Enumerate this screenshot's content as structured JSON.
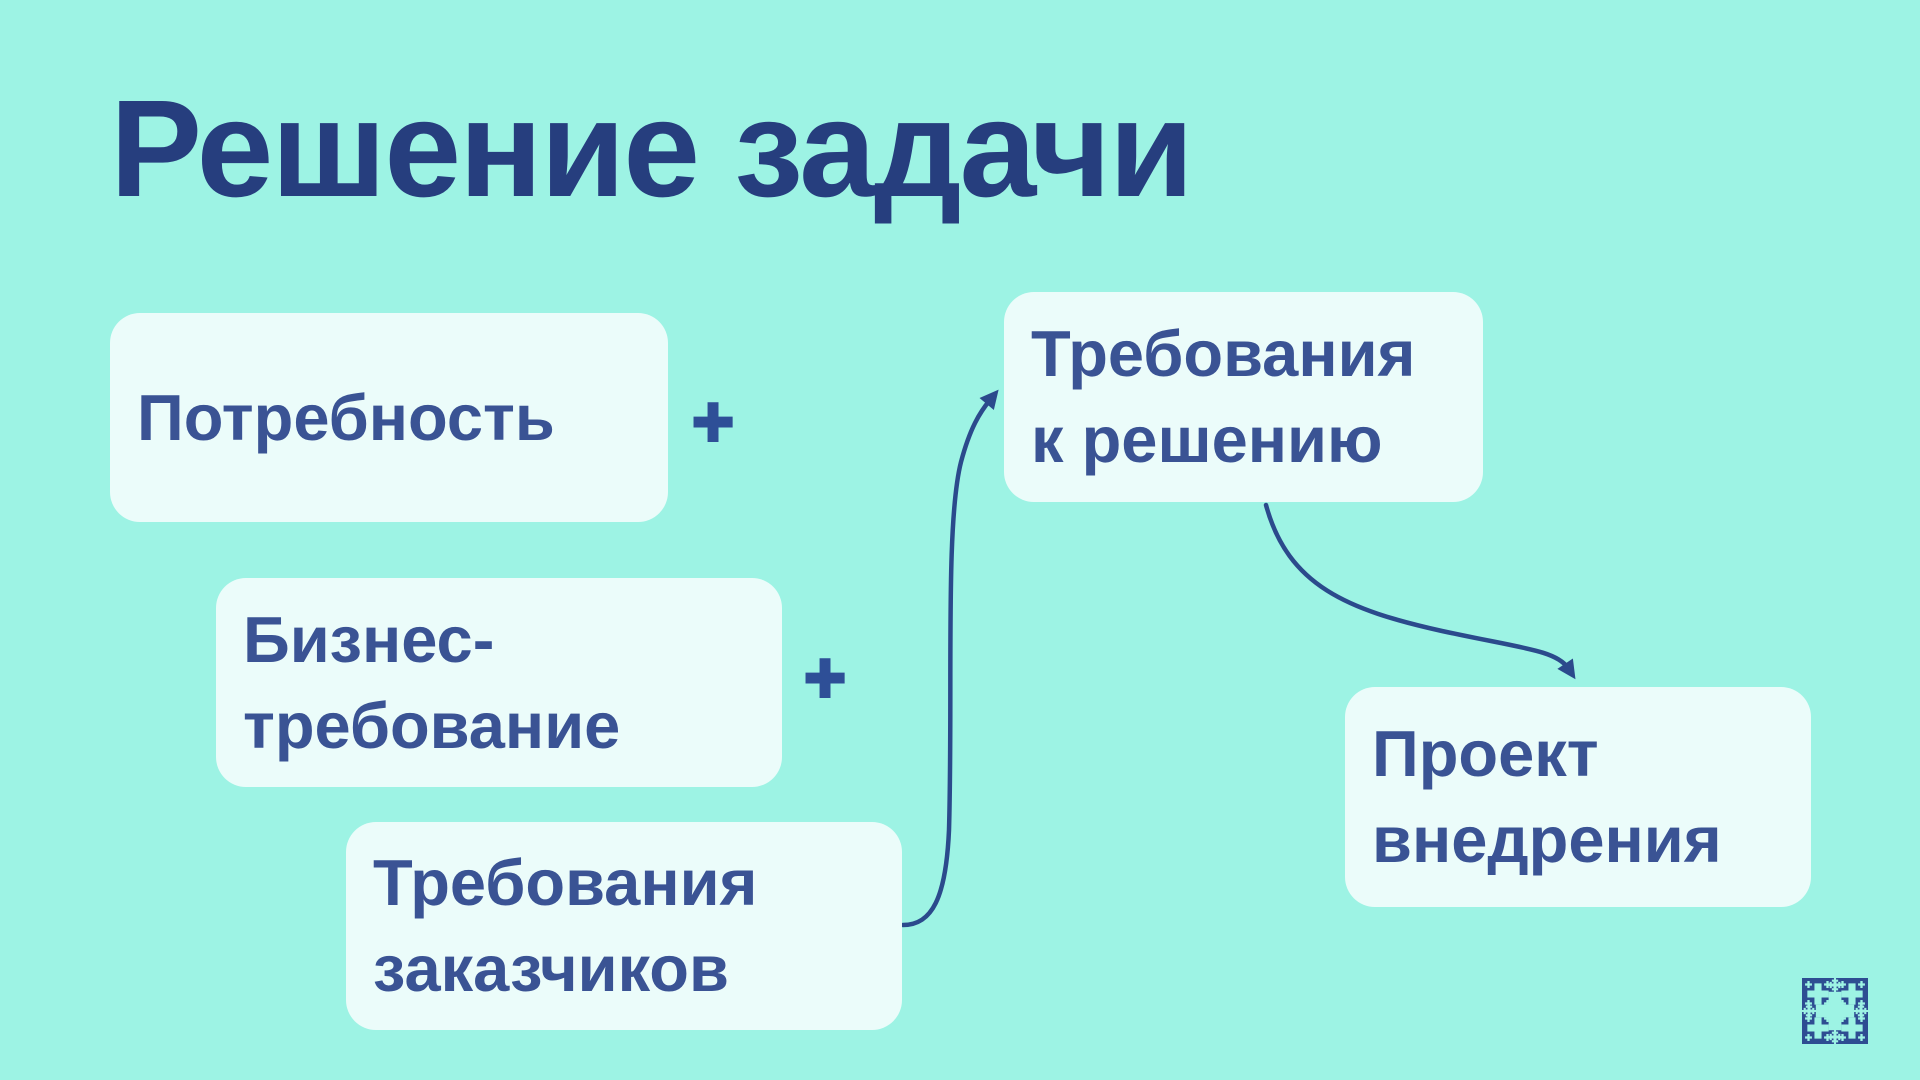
{
  "slide": {
    "title": "Решение задачи",
    "boxes": [
      {
        "id": "need",
        "label": "Потребность"
      },
      {
        "id": "business-requirement",
        "label": "Бизнес-\nтребование"
      },
      {
        "id": "customer-requirements",
        "label": "Требования\nзаказчиков"
      },
      {
        "id": "solution-requirements",
        "label": "Требования\nк решению"
      },
      {
        "id": "implementation-project",
        "label": "Проект\nвнедрения"
      }
    ],
    "operators": {
      "plus_1": "+",
      "plus_2": "+"
    },
    "arrows": [
      {
        "from": "customer-requirements",
        "to": "solution-requirements"
      },
      {
        "from": "solution-requirements",
        "to": "implementation-project"
      }
    ],
    "colors": {
      "background": "#9DF3E4",
      "box_fill": "#EBFCFA",
      "title_text": "#263E7E",
      "box_text": "#3A5394",
      "plus": "#2E4F97",
      "arrow": "#2B4A8C",
      "logo": "#2E4D92"
    }
  }
}
